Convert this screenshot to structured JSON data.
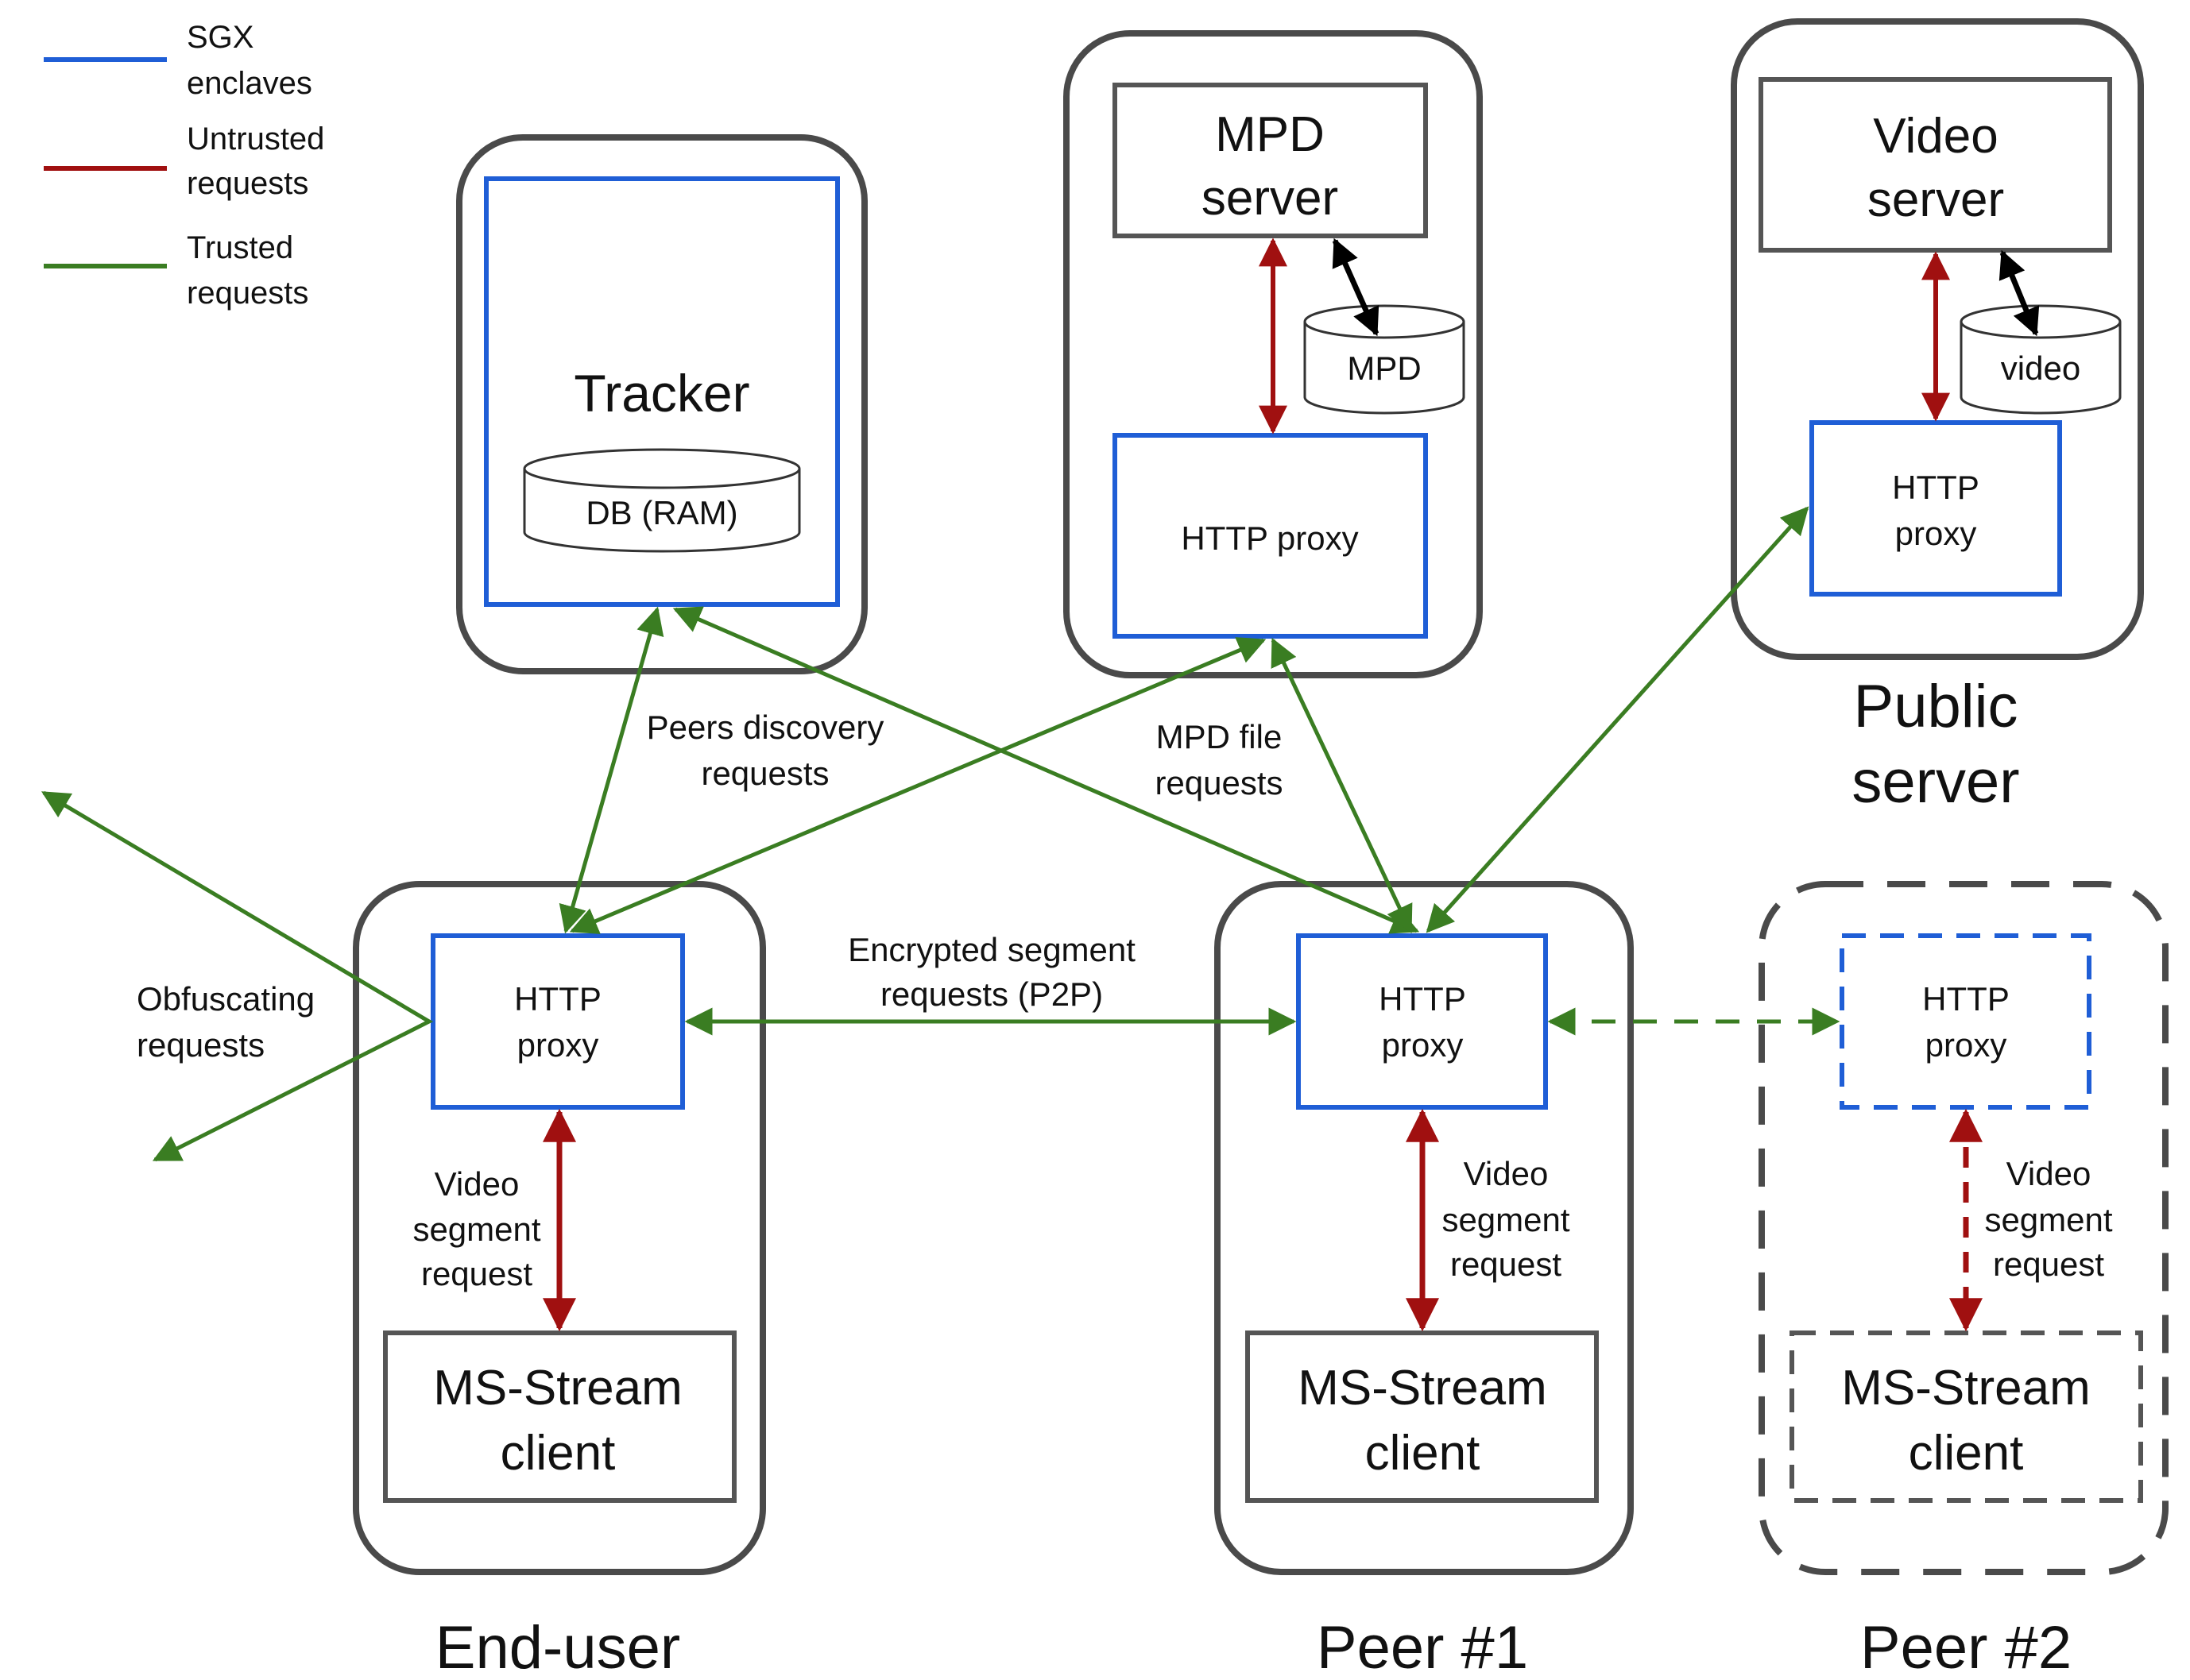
{
  "colors": {
    "container_stroke": "#4a4a4a",
    "enclave_blue": "#1f5ed6",
    "untrusted_red": "#a01010",
    "trusted_green": "#3a7d22",
    "inner_box_stroke": "#555555",
    "black_arrow": "#000000",
    "text": "#111111"
  },
  "legend": {
    "sgx_line1": "SGX",
    "sgx_line2": "enclaves",
    "untrusted_line1": "Untrusted",
    "untrusted_line2": "requests",
    "trusted_line1": "Trusted",
    "trusted_line2": "requests"
  },
  "tracker": {
    "title": "Tracker",
    "db": "DB (RAM)"
  },
  "mpd_node": {
    "server_line1": "MPD",
    "server_line2": "server",
    "db": "MPD",
    "proxy": "HTTP proxy"
  },
  "public_server": {
    "server_line1": "Video",
    "server_line2": "server",
    "db": "video",
    "proxy_line1": "HTTP",
    "proxy_line2": "proxy",
    "caption_line1": "Public",
    "caption_line2": "server"
  },
  "end_user": {
    "proxy_line1": "HTTP",
    "proxy_line2": "proxy",
    "req_line1": "Video",
    "req_line2": "segment",
    "req_line3": "request",
    "client_line1": "MS-Stream",
    "client_line2": "client",
    "caption": "End-user"
  },
  "peer1": {
    "proxy_line1": "HTTP",
    "proxy_line2": "proxy",
    "req_line1": "Video",
    "req_line2": "segment",
    "req_line3": "request",
    "client_line1": "MS-Stream",
    "client_line2": "client",
    "caption": "Peer #1"
  },
  "peer2": {
    "proxy_line1": "HTTP",
    "proxy_line2": "proxy",
    "req_line1": "Video",
    "req_line2": "segment",
    "req_line3": "request",
    "client_line1": "MS-Stream",
    "client_line2": "client",
    "caption": "Peer #2"
  },
  "edge_labels": {
    "peers_discovery_line1": "Peers discovery",
    "peers_discovery_line2": "requests",
    "mpd_file_line1": "MPD file",
    "mpd_file_line2": "requests",
    "encrypted_line1": "Encrypted segment",
    "encrypted_line2": "requests (P2P)",
    "obfuscating_line1": "Obfuscating",
    "obfuscating_line2": "requests"
  }
}
